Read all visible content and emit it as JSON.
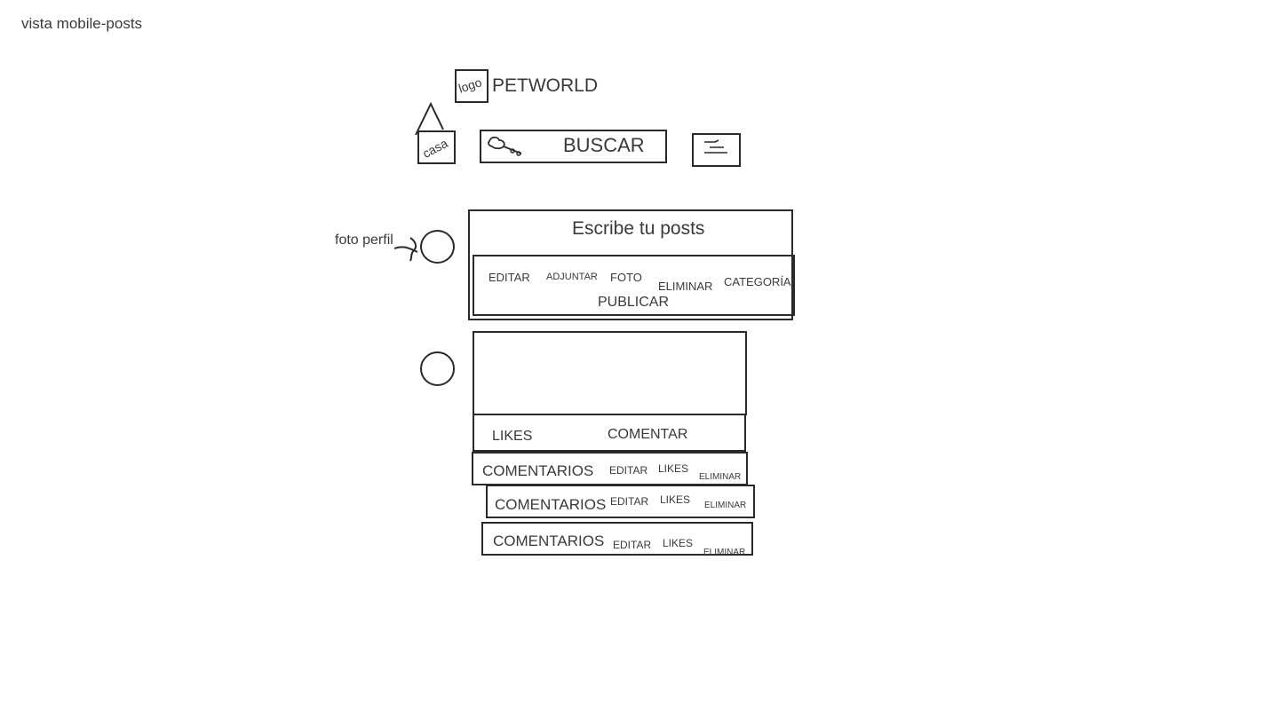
{
  "page_title": "vista mobile-posts",
  "header": {
    "logo_label": "logo",
    "brand": "PETWORLD",
    "home_label": "casa",
    "search_label": "BUSCAR"
  },
  "composer": {
    "profile_label": "foto perfil",
    "placeholder": "Escribe tu posts",
    "actions": {
      "edit": "EDITAR",
      "attach": "ADJUNTAR",
      "photo": "FOTO",
      "delete": "ELIMINAR",
      "category": "CATEGORÍA"
    },
    "publish": "PUBLICAR"
  },
  "post": {
    "likes": "LIKES",
    "comment": "COMENTAR",
    "comments": [
      {
        "label": "COMENTARIOS",
        "edit": "EDITAR",
        "likes": "LIKES",
        "delete": "ELIMINAR"
      },
      {
        "label": "COMENTARIOS",
        "edit": "EDITAR",
        "likes": "LIKES",
        "delete": "ELIMINAR"
      },
      {
        "label": "COMENTARIOS",
        "edit": "EDITAR",
        "likes": "LIKES",
        "delete": "ELIMINAR"
      }
    ]
  },
  "icons": {
    "home": "house-icon",
    "search": "search-icon",
    "menu": "menu-icon",
    "avatar": "avatar-circle"
  }
}
